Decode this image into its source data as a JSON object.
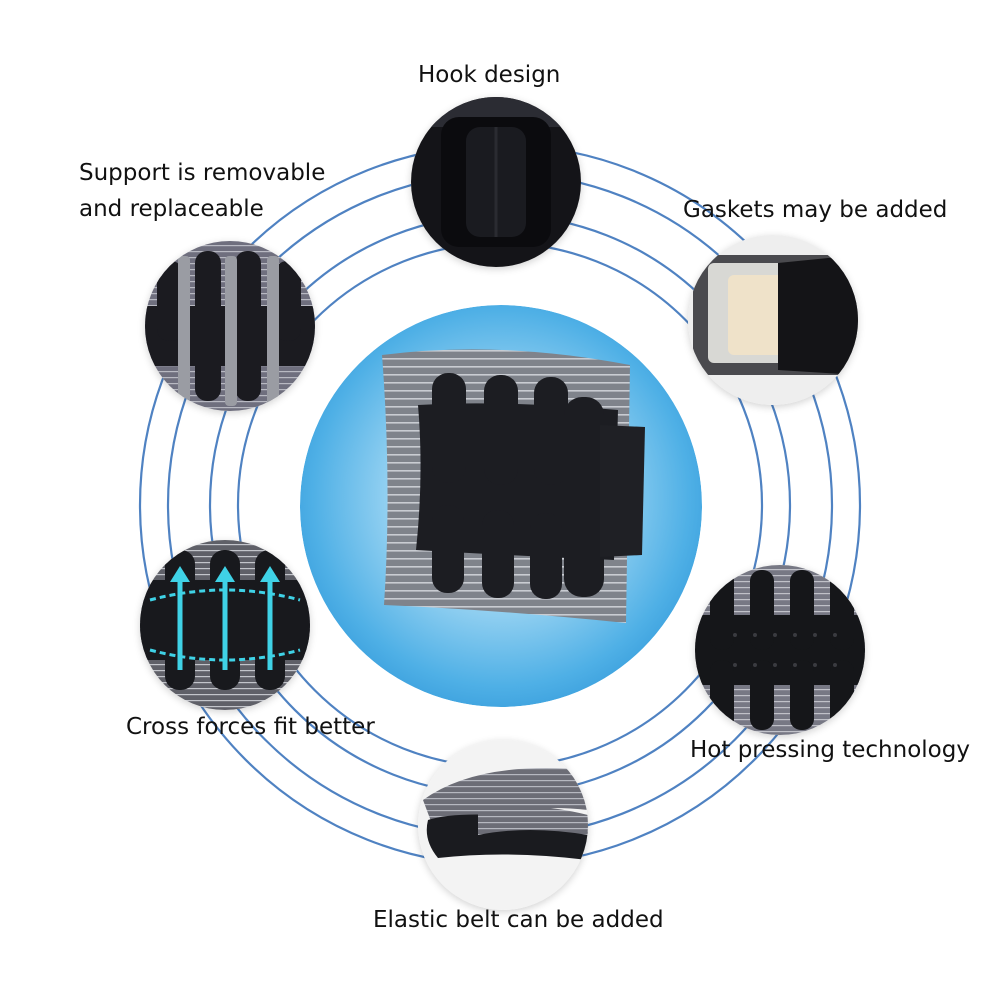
{
  "features": {
    "hook": {
      "label": "Hook design",
      "icon": "hook-closure-photo"
    },
    "support": {
      "line1": "Support is removable",
      "line2": "and replaceable",
      "icon": "removable-stays-photo"
    },
    "gaskets": {
      "label": "Gaskets may be added",
      "icon": "gasket-pad-photo"
    },
    "cross": {
      "label": "Cross forces fit better",
      "icon": "cross-force-arrows-photo"
    },
    "hot": {
      "label": "Hot pressing technology",
      "icon": "hot-pressed-panel-photo"
    },
    "elastic": {
      "label": "Elastic belt can be added",
      "icon": "elastic-belt-photo"
    }
  },
  "center": {
    "icon": "lumbar-support-belt-photo"
  },
  "colors": {
    "ring": "#4a7fc0",
    "center_glow": "#53b2e6",
    "fabric_grey": "#8c8f96",
    "panel_black": "#1b1c20",
    "arrow_cyan": "#3fd2e6"
  }
}
